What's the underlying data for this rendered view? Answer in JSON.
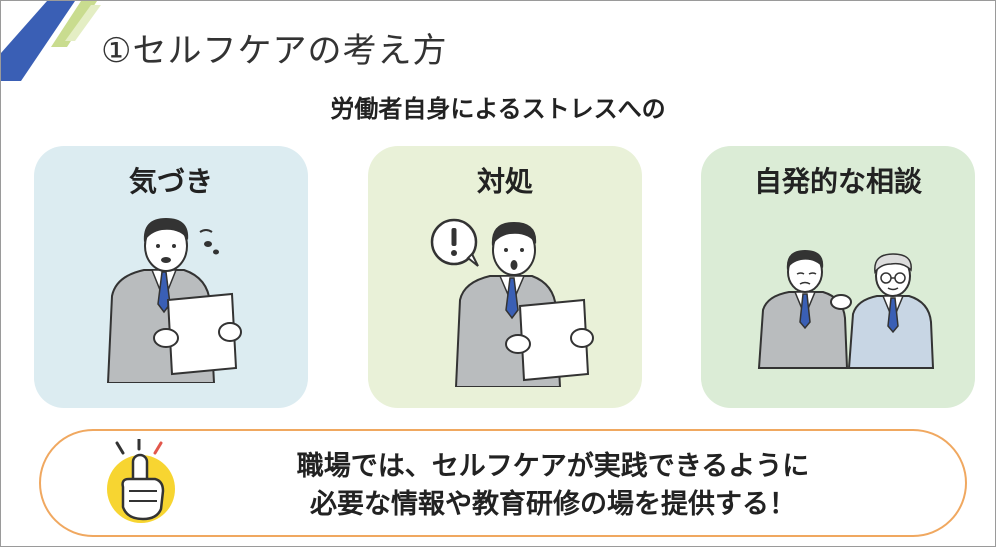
{
  "slide": {
    "title": "①セルフケアの考え方",
    "subtitle": "労働者自身によるストレスへの",
    "cards": [
      {
        "label": "気づき"
      },
      {
        "label": "対処"
      },
      {
        "label": "自発的な相談"
      }
    ],
    "message_lines": [
      "職場では、セルフケアが実践できるように",
      "必要な情報や教育研修の場を提供する！"
    ]
  },
  "colors": {
    "card_1_bg": "#dcecf1",
    "card_2_bg": "#e9f1d8",
    "card_3_bg": "#dbecd6",
    "accent_blue": "#3a5fb5",
    "accent_green": "#b7d46a",
    "border_orange": "#f0a860",
    "hand_yellow": "#f7d531"
  },
  "icons": {
    "corner": "diagonal-stripes-decoration",
    "card_1": "worried-businessman-reading-document-icon",
    "card_2": "surprised-businessman-exclamation-icon",
    "card_3": "colleague-consoling-coworker-icon",
    "message": "pointing-finger-hand-icon"
  }
}
